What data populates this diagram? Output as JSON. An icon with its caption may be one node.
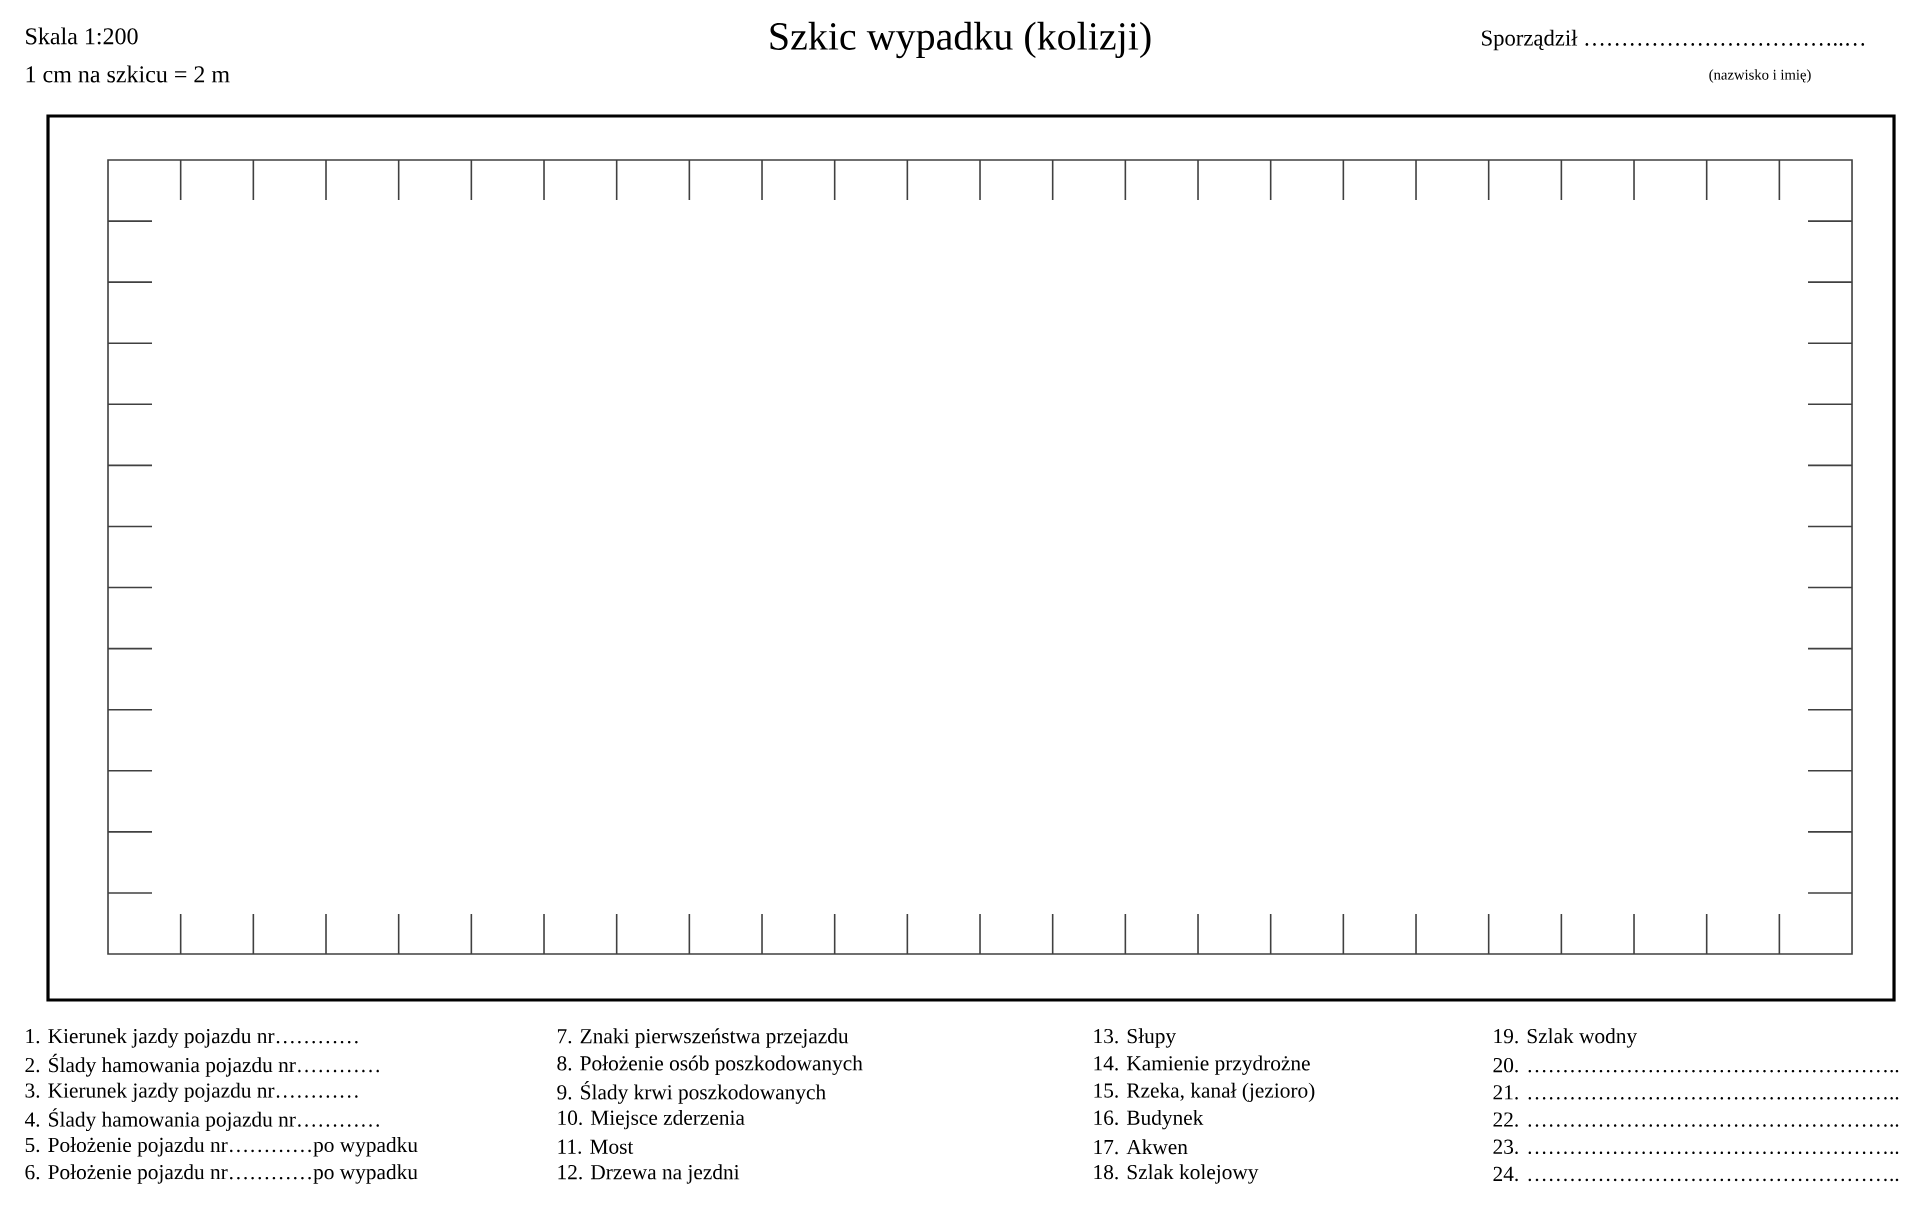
{
  "diagram": {
    "title": "Szkic wypadku (kolizji)",
    "labels": [
      "Skala 1:200",
      "1 cm na szkicu = 2 m",
      "Sporządził ……………………………..…",
      "(nazwisko i imię)",
      "1. Kierunek jazdy pojazdu nr…………",
      "2. Ślady hamowania pojazdu nr…………",
      "3. Kierunek jazdy pojazdu nr…………",
      "4. Ślady hamowania pojazdu nr…………",
      "5. Położenie pojazdu nr…………po wypadku",
      "6. Położenie pojazdu nr…………po wypadku",
      "7. Znaki pierwszeństwa przejazdu",
      "8. Położenie osób poszkodowanych",
      "9. Ślady krwi poszkodowanych",
      "10. Miejsce zderzenia",
      "11. Most",
      "12. Drzewa na jezdni",
      "13. Słupy",
      "14. Kamienie przydrożne",
      "15. Rzeka, kanał (jezioro)",
      "16. Budynek",
      "17. Akwen",
      "18. Szlak kolejowy",
      "19. Szlak wodny",
      "20. ……………………………………………..",
      "21. ……………………………………………..",
      "22. ……………………………………………..",
      "23. ……………………………………………..",
      "24. …………………………………………….."
    ]
  }
}
